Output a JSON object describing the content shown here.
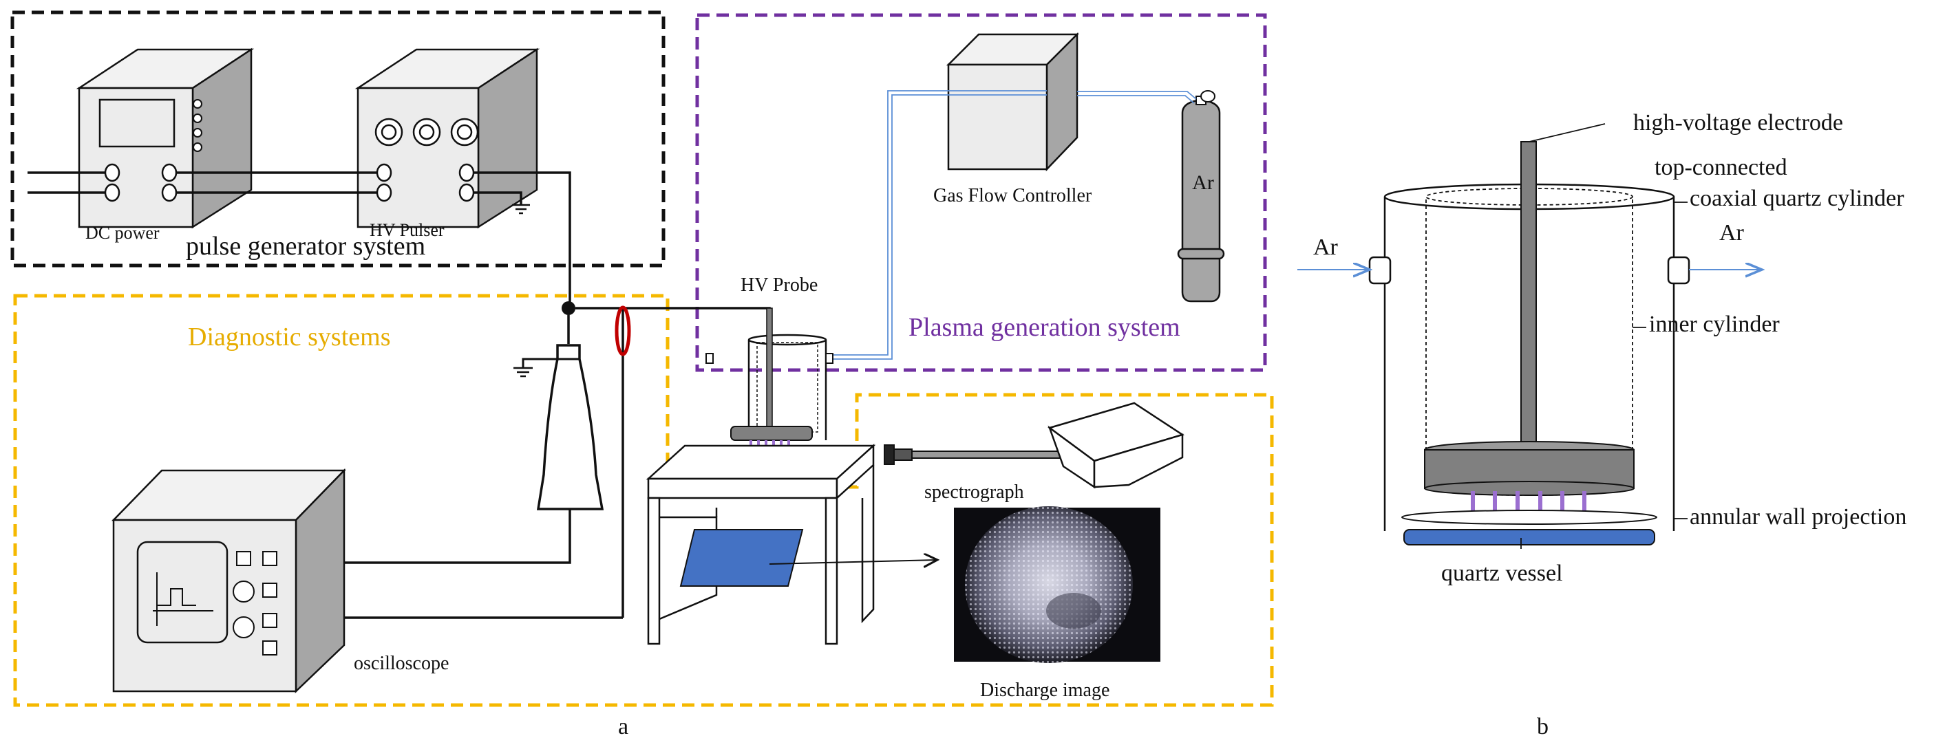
{
  "panel_a": {
    "pulse_generator_system": "pulse generator system",
    "dc_power": "DC power",
    "hv_pulser": "HV Pulser",
    "plasma_generation_system": "Plasma generation system",
    "gas_flow_controller": "Gas Flow Controller",
    "argon_cylinder": "Ar",
    "hv_probe": "HV Probe",
    "diagnostic_systems": "Diagnostic systems",
    "spectrograph": "spectrograph",
    "oscilloscope": "oscilloscope",
    "discharge_image": "Discharge image",
    "panel_label": "a"
  },
  "panel_b": {
    "high_voltage_electrode": "high-voltage electrode",
    "top_connected": "top-connected",
    "coaxial_quartz_cylinder": "coaxial quartz cylinder",
    "ar_in": "Ar",
    "ar_out": "Ar",
    "inner_cylinder": "inner cylinder",
    "annular_wall_projection": "annular wall projection",
    "quartz_vessel": "quartz vessel",
    "panel_label": "b"
  },
  "colors": {
    "pulse_box": "#111111",
    "plasma_box": "#7030a0",
    "diagnostic_box": "#f5b800",
    "plasma_label": "#7030a0",
    "diagnostic_label": "#e6ac00",
    "gas_line": "#5b8fd6",
    "quartz_blue": "#4472c4",
    "current_probe": "#c00000",
    "discharge_purple": "#9b6fd0"
  }
}
